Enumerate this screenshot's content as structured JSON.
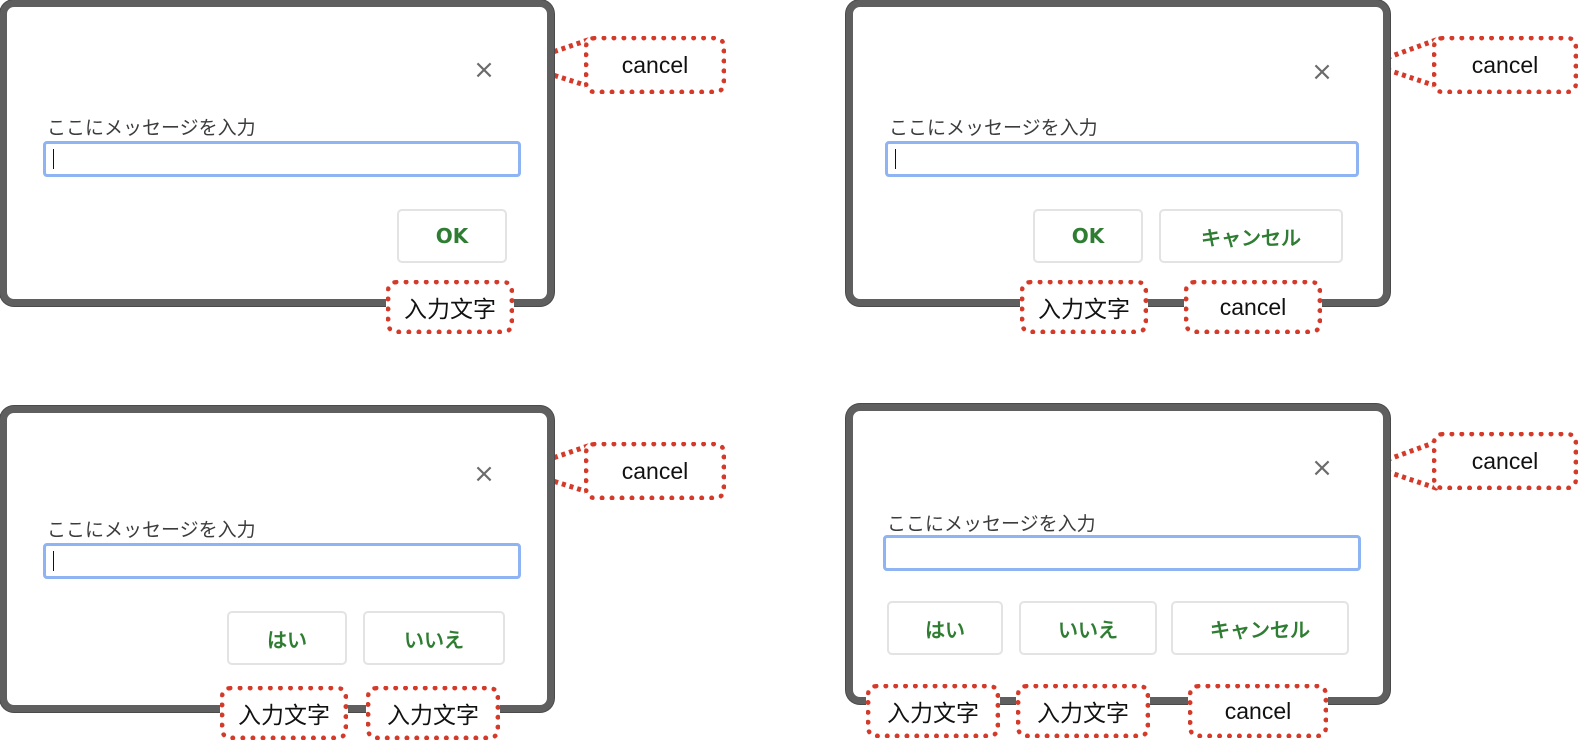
{
  "dialogs": [
    {
      "close_symbol": "×",
      "prompt": "ここにメッセージを入力",
      "input_value": "",
      "buttons": [
        "OK"
      ],
      "button_notes": [
        "入力文字"
      ],
      "close_note": "cancel"
    },
    {
      "close_symbol": "×",
      "prompt": "ここにメッセージを入力",
      "input_value": "",
      "buttons": [
        "OK",
        "キャンセル"
      ],
      "button_notes": [
        "入力文字",
        "cancel"
      ],
      "close_note": "cancel"
    },
    {
      "close_symbol": "×",
      "prompt": "ここにメッセージを入力",
      "input_value": "",
      "buttons": [
        "はい",
        "いいえ"
      ],
      "button_notes": [
        "入力文字",
        "入力文字"
      ],
      "close_note": "cancel"
    },
    {
      "close_symbol": "×",
      "prompt": "ここにメッセージを入力",
      "input_value": "",
      "buttons": [
        "はい",
        "いいえ",
        "キャンセル"
      ],
      "button_notes": [
        "入力文字",
        "入力文字",
        "cancel"
      ],
      "close_note": "cancel"
    }
  ],
  "colors": {
    "button_text": "#2e7d32",
    "note_border": "#d43a2a",
    "input_focus": "#8fb4f3"
  },
  "icons": {
    "close": "close-icon"
  }
}
